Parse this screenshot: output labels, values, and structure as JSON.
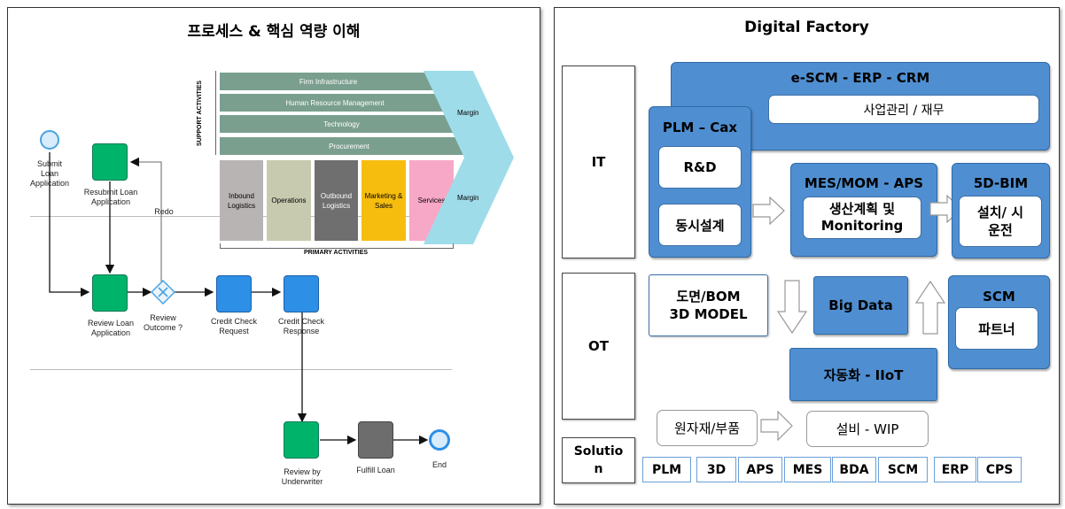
{
  "left_panel": {
    "title": "프로세스 & 핵심 역량 이해",
    "value_chain": {
      "support_label": "SUPPORT ACTIVITIES",
      "primary_label": "PRIMARY ACTIVITIES",
      "support": [
        "Firm Infrastructure",
        "Human Resource Management",
        "Technology",
        "Procurement"
      ],
      "primary": [
        "Inbound Logistics",
        "Operations",
        "Outbound Logistics",
        "Marketing & Sales",
        "Services"
      ],
      "margin_top": "Margin",
      "margin_bottom": "Margin",
      "colors": {
        "support": "#7a9f8f",
        "inbound": "#b8b4b4",
        "operations": "#c8cab0",
        "outbound": "#6f6f6f",
        "marketing": "#f6bd0f",
        "services": "#f7a8c6",
        "margin": "#9fdcea"
      }
    },
    "bpmn": {
      "submit": "Submit Loan Application",
      "resubmit": "Resubmit Loan Application",
      "redo": "Redo",
      "review_loan": "Review Loan Application",
      "review_outcome": "Review Outcome ?",
      "credit_request": "Credit Check Request",
      "credit_response": "Credit Check Response",
      "review_underwriter": "Review by Underwriter",
      "fulfill": "Fulfill Loan",
      "end": "End"
    }
  },
  "right_panel": {
    "title": "Digital Factory",
    "rows": {
      "it": "IT",
      "ot": "OT",
      "solution": "Solutio n"
    },
    "escm": "e-SCM - ERP - CRM",
    "business": "사업관리 / 재무",
    "plm": "PLM – Cax",
    "rnd": "R&D",
    "concurrent": "동시설계",
    "mes": "MES/MOM - APS",
    "production": "생산계획 및 Monitoring",
    "bim": "5D-BIM",
    "install": "설치/ 시운전",
    "drawing": "도면/BOM 3D MODEL",
    "bigdata": "Big Data",
    "scm": "SCM",
    "partner": "파트너",
    "automation": "자동화 - IIoT",
    "material": "원자재/부품",
    "equipment": "설비 - WIP",
    "solutions": [
      "PLM",
      "3D",
      "APS",
      "MES",
      "BDA",
      "SCM",
      "ERP",
      "CPS"
    ]
  }
}
